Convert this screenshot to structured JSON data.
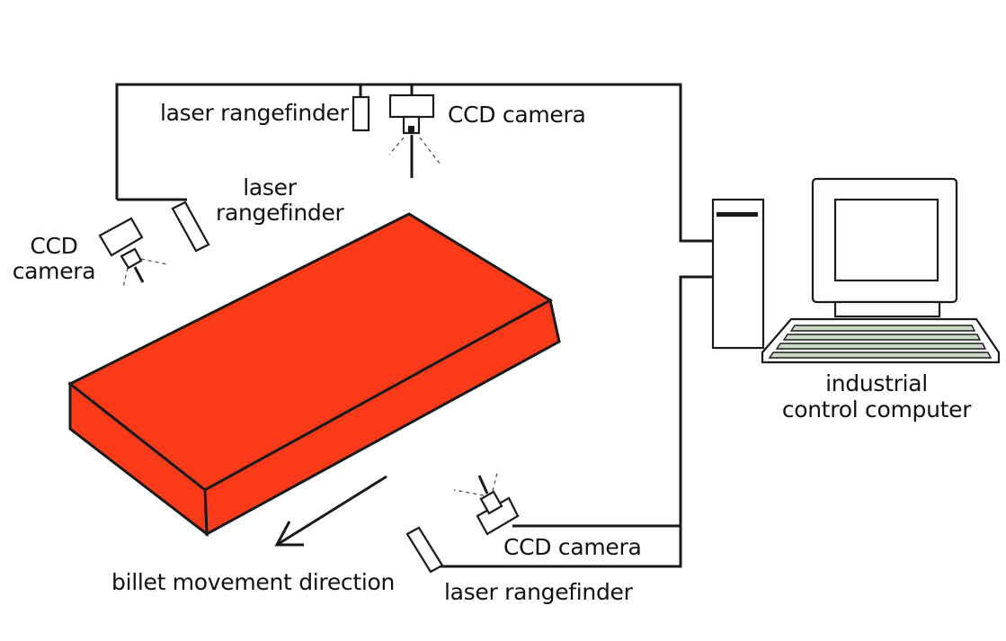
{
  "labels": {
    "top_rangefinder": "laser rangefinder",
    "top_camera": "CCD camera",
    "left_rangefinder_line1": "laser",
    "left_rangefinder_line2": "rangefinder",
    "left_camera_line1": "CCD",
    "left_camera_line2": "camera",
    "computer_line1": "industrial",
    "computer_line2": "control computer",
    "bottom_camera": "CCD camera",
    "bottom_rangefinder": "laser  rangefinder",
    "movement": "billet movement direction"
  },
  "colors": {
    "billet": "#fb3a1a",
    "stroke": "#1a1a1a",
    "keyboard_key": "#c9d9c6"
  }
}
